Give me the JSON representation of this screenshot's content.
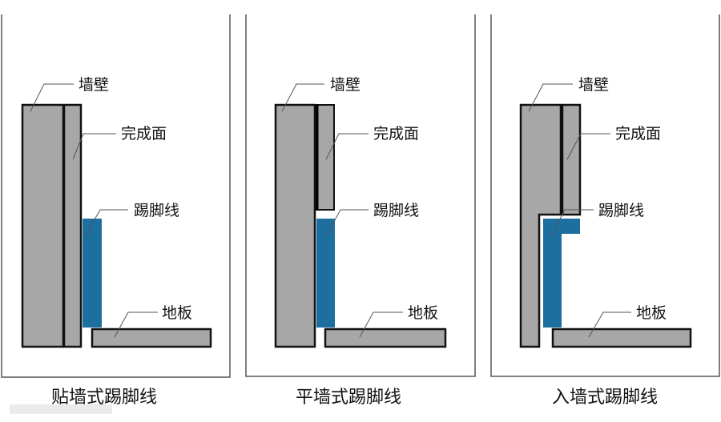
{
  "colors": {
    "material": "#a7a7a7",
    "baseboard": "#1d6f9f",
    "outline": "#111111"
  },
  "labels": {
    "wall": "墙壁",
    "finish": "完成面",
    "baseboard": "踢脚线",
    "floor": "地板"
  },
  "panels": [
    {
      "title": "贴墙式踢脚线"
    },
    {
      "title": "平墙式踢脚线"
    },
    {
      "title": "入墙式踢脚线"
    }
  ]
}
